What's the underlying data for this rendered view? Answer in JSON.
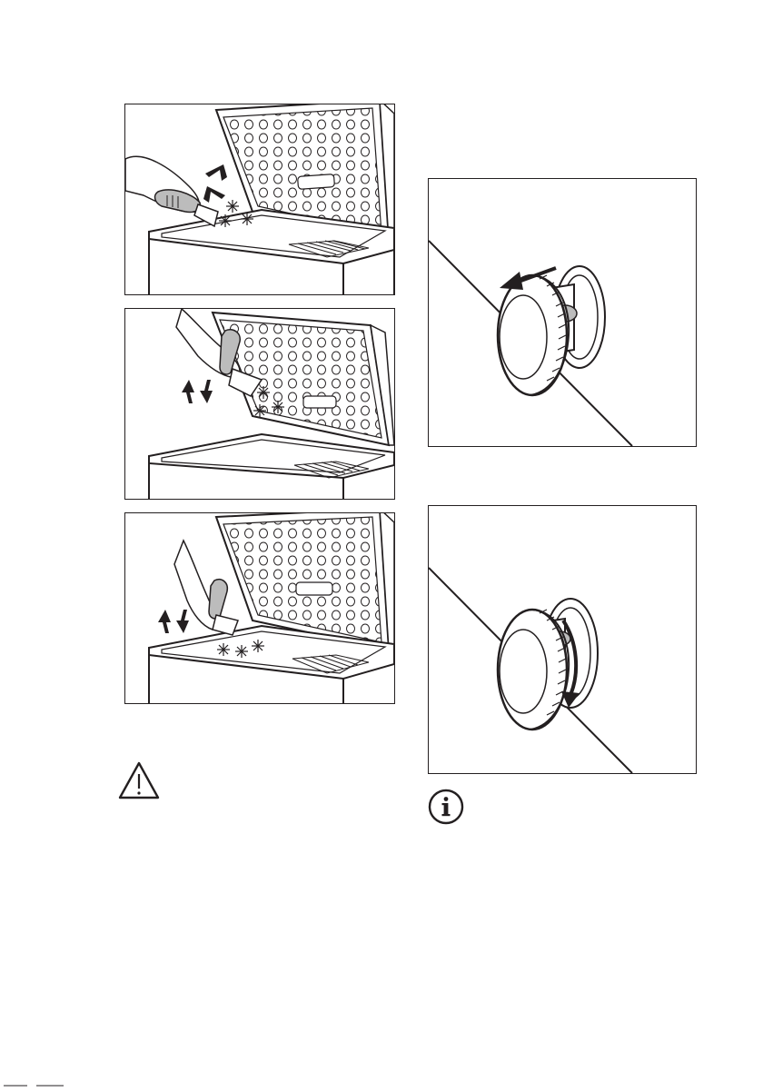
{
  "page": {
    "background": "#ffffff",
    "ink": "#231f20",
    "shade": "#bcbcbc"
  },
  "figures": [
    {
      "id": "scrape-lid-edge",
      "arrows": "diagonal"
    },
    {
      "id": "scrape-lid-inner",
      "arrows": "up-down"
    },
    {
      "id": "scrape-cabinet-floor",
      "arrows": "up-down"
    },
    {
      "id": "drain-plug-pull-out",
      "arrows": "pull"
    },
    {
      "id": "drain-plug-turn",
      "arrows": "rotate"
    }
  ],
  "icons": {
    "warning": "warning-triangle-icon",
    "info": "info-circle-icon"
  }
}
